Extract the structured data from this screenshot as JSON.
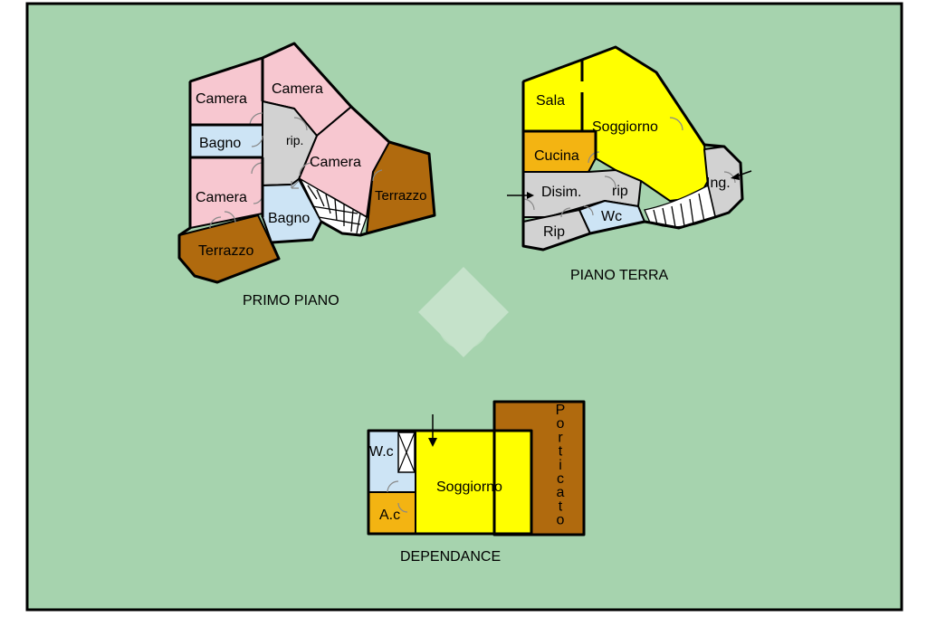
{
  "colors": {
    "background": "#a6d3ae",
    "camera": "#f7c7d0",
    "bagno": "#cde4f5",
    "terrazzo": "#b06a0e",
    "corridor": "#d2d2d2",
    "sala": "#ffff00",
    "cucina": "#f3b412",
    "porticato": "#b06a0e",
    "wall": "#000000"
  },
  "primo_piano": {
    "title": "PRIMO PIANO",
    "rooms": {
      "camera_top_left": "Camera",
      "camera_top": "Camera",
      "bagno_left": "Bagno",
      "rip": "rip.",
      "camera_right": "Camera",
      "camera_bottom_left": "Camera",
      "bagno_bottom": "Bagno",
      "terrazzo_right": "Terrazzo",
      "terrazzo_bottom": "Terrazzo"
    }
  },
  "piano_terra": {
    "title": "PIANO TERRA",
    "rooms": {
      "sala": "Sala",
      "soggiorno": "Soggiorno",
      "cucina": "Cucina",
      "disim": "Disim.",
      "rip_small": "rip",
      "ing": "Ing.",
      "wc": "Wc",
      "rip": "Rip"
    }
  },
  "dependance": {
    "title": "DEPENDANCE",
    "rooms": {
      "wc": "W.c",
      "soggiorno": "Soggiorno",
      "ac": "A.c",
      "porticato": "Porticato"
    }
  }
}
